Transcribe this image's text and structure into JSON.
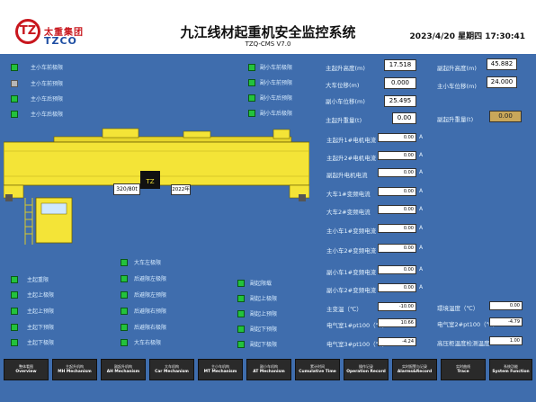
{
  "header": {
    "logo_mark": "TZ",
    "logo_cn": "太重集团",
    "logo_en": "TZCO",
    "title": "九江线材起重机安全监控系统",
    "subtitle": "TZQ-CMS V7.0",
    "clock": "2023/4/20 星期四 17:30:41"
  },
  "limits_left": [
    {
      "label": "主小车前极限",
      "on": true
    },
    {
      "label": "主小车前预限",
      "on": false
    },
    {
      "label": "主小车后预限",
      "on": true
    },
    {
      "label": "主小车后极限",
      "on": true
    }
  ],
  "limits_mid": [
    {
      "label": "副小车前极限",
      "on": true
    },
    {
      "label": "副小车前预限",
      "on": true
    },
    {
      "label": "副小车后预限",
      "on": true
    },
    {
      "label": "副小车后极限",
      "on": true
    }
  ],
  "crane": {
    "cap_main": "320/80t",
    "cap_year": "2022年"
  },
  "measures_left": [
    {
      "label": "主起升高度(m)",
      "value": "17.518"
    },
    {
      "label": "大车位移(m)",
      "value": "0.000"
    },
    {
      "label": "副小车位移(m)",
      "value": "25.495"
    },
    {
      "label": "主起升重量(t)",
      "value": "0.00"
    }
  ],
  "measures_right": [
    {
      "label": "副起升高度(m)",
      "value": "45.882"
    },
    {
      "label": "主小车位移(m)",
      "value": "24.000"
    }
  ],
  "aux_weight": {
    "label": "副起升重量(t)",
    "value": "0.00"
  },
  "currents": [
    {
      "label": "主起升1#电机电流",
      "value": "0.00",
      "unit": "A"
    },
    {
      "label": "主起升2#电机电流",
      "value": "0.00",
      "unit": "A"
    },
    {
      "label": "副起升电机电流",
      "value": "0.00",
      "unit": "A"
    },
    {
      "label": "大车1#变频电流",
      "value": "0.00",
      "unit": "A"
    },
    {
      "label": "大车2#变频电流",
      "value": "0.00",
      "unit": "A"
    },
    {
      "label": "主小车1#变频电流",
      "value": "0.00",
      "unit": "A"
    },
    {
      "label": "主小车2#变频电流",
      "value": "0.00",
      "unit": "A"
    },
    {
      "label": "副小车1#变频电流",
      "value": "0.00",
      "unit": "A"
    },
    {
      "label": "副小车2#变频电流",
      "value": "0.00",
      "unit": "A"
    }
  ],
  "temps_left": [
    {
      "label": "主变温（℃）",
      "value": "-10.00"
    },
    {
      "label": "电气室1#pt100（℃）",
      "value": "10.66"
    },
    {
      "label": "电气室3#pt100（℃）",
      "value": "-4.24"
    }
  ],
  "temps_right": [
    {
      "label": "環境温度（℃）",
      "value": "0.00"
    },
    {
      "label": "电气室2#pt100（℃）",
      "value": "-4.79"
    },
    {
      "label": "高压柜温度检测温度",
      "value": "1.00"
    }
  ],
  "bottom_left": [
    {
      "label": "主起重限",
      "on": true
    },
    {
      "label": "主起上极限",
      "on": true
    },
    {
      "label": "主起上预限",
      "on": true
    },
    {
      "label": "主起下预限",
      "on": true
    },
    {
      "label": "主起下极限",
      "on": true
    }
  ],
  "bottom_mid": [
    {
      "label": "大车左极限",
      "on": true
    },
    {
      "label": "后避限左极限",
      "on": true
    },
    {
      "label": "后避限左预限",
      "on": true
    },
    {
      "label": "后避限右预限",
      "on": true
    },
    {
      "label": "后避限右极限",
      "on": true
    },
    {
      "label": "大车右极限",
      "on": true
    }
  ],
  "bottom_right": [
    {
      "label": "副起限载",
      "on": true
    },
    {
      "label": "副起上极限",
      "on": true
    },
    {
      "label": "副起上预限",
      "on": true
    },
    {
      "label": "副起下预限",
      "on": true
    },
    {
      "label": "副起下极限",
      "on": true
    }
  ],
  "nav": [
    {
      "cn": "整体看图",
      "en": "Overview"
    },
    {
      "cn": "主起升机构",
      "en": "MH Mechanism"
    },
    {
      "cn": "副起升机构",
      "en": "AH Mechanism"
    },
    {
      "cn": "大车机构",
      "en": "Car Mechanism"
    },
    {
      "cn": "主小车机构",
      "en": "MT Mechanism"
    },
    {
      "cn": "副小车机构",
      "en": "AT Mechanism"
    },
    {
      "cn": "累计时间",
      "en": "Cumulative Time"
    },
    {
      "cn": "操作记录",
      "en": "Operation Record"
    },
    {
      "cn": "实时报警与记录",
      "en": "Alarms&Record"
    },
    {
      "cn": "实时曲线",
      "en": "Trace"
    },
    {
      "cn": "系统功能",
      "en": "System Function"
    }
  ],
  "colors": {
    "background": "#3f6dad",
    "crane_yellow": "#f4e437",
    "lamp_green": "#23c23c"
  }
}
